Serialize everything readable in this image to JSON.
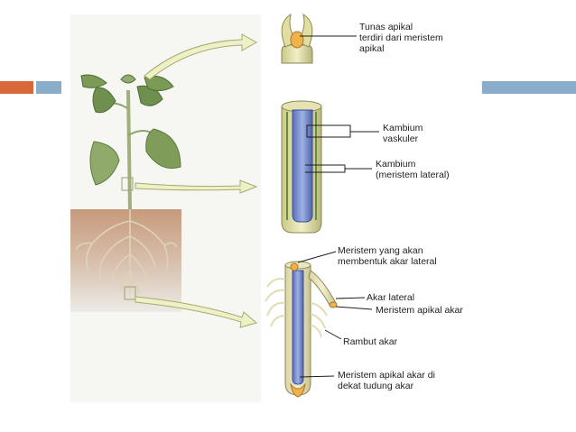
{
  "decor": {
    "accent_orange": "#d8683a",
    "accent_blue": "#8aaccb"
  },
  "labels": {
    "apical_bud": [
      "Tunas apikal",
      "terdiri dari meristem",
      "apikal"
    ],
    "vascular_cambium": [
      "Kambium",
      "vaskuler"
    ],
    "lateral_cambium": [
      "Kambium",
      "(meristem lateral)"
    ],
    "lateral_root_meristem": [
      "Meristem yang akan",
      "membentuk akar lateral"
    ],
    "lateral_root": [
      "Akar lateral"
    ],
    "root_apical_meristem": [
      "Meristem apikal akar"
    ],
    "root_hair": [
      "Rambut akar"
    ],
    "root_cap_meristem": [
      "Meristem apikal akar di",
      "dekat tudung akar"
    ]
  }
}
